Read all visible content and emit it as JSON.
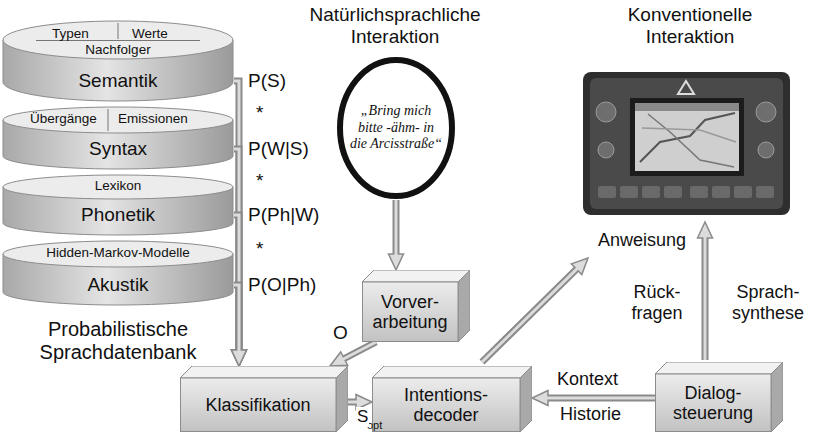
{
  "diagram": {
    "nodes": [
      {
        "text": [
          "Typen",
          "Werte",
          "Nachfolger",
          "Semantik"
        ]
      },
      {
        "text": [
          "Übergänge",
          "Emissionen",
          "Syntax"
        ]
      },
      {
        "text": [
          "Lexikon",
          "Phonetik"
        ]
      },
      {
        "text": [
          "Hidden-Markov-Modelle",
          "Akustik"
        ]
      },
      {
        "text": [
          "„Bring mich bitte -ähm- in die Arcisstraße“"
        ]
      },
      {
        "text": [
          "Vorver- arbeitung"
        ]
      },
      {
        "text": [
          "Klassifikation"
        ]
      },
      {
        "text": [
          "Intentions- decoder"
        ]
      },
      {
        "text": [
          "Dialog- steuerung"
        ]
      }
    ],
    "edges": [
      {
        "from": 0,
        "to": 6,
        "arrow": "to"
      },
      {
        "from": 1,
        "to": 6,
        "arrow": "to"
      },
      {
        "from": 2,
        "to": 6,
        "arrow": "to"
      },
      {
        "from": 3,
        "to": 6,
        "arrow": "to"
      },
      {
        "from": 4,
        "to": 5,
        "arrow": "to"
      },
      {
        "from": 5,
        "to": 6,
        "label": "O",
        "arrow": "to"
      },
      {
        "from": 6,
        "to": 7,
        "label": "S",
        "arrow": "to"
      },
      {
        "from": 8,
        "to": 7,
        "label": "Kontext",
        "arrow": "to"
      }
    ],
    "labels": [
      "P(S)",
      "*",
      "P(W|S)",
      "*",
      "P(Ph|W)",
      "*",
      "P(O|Ph)",
      "Probabilistische Sprachdatenbank",
      "Natürlichsprachliche Interaktion",
      "Konventionelle Interaktion",
      "Anweisung",
      "Rück- fragen",
      "Sprach- synthese",
      "Historie",
      "opt"
    ]
  }
}
